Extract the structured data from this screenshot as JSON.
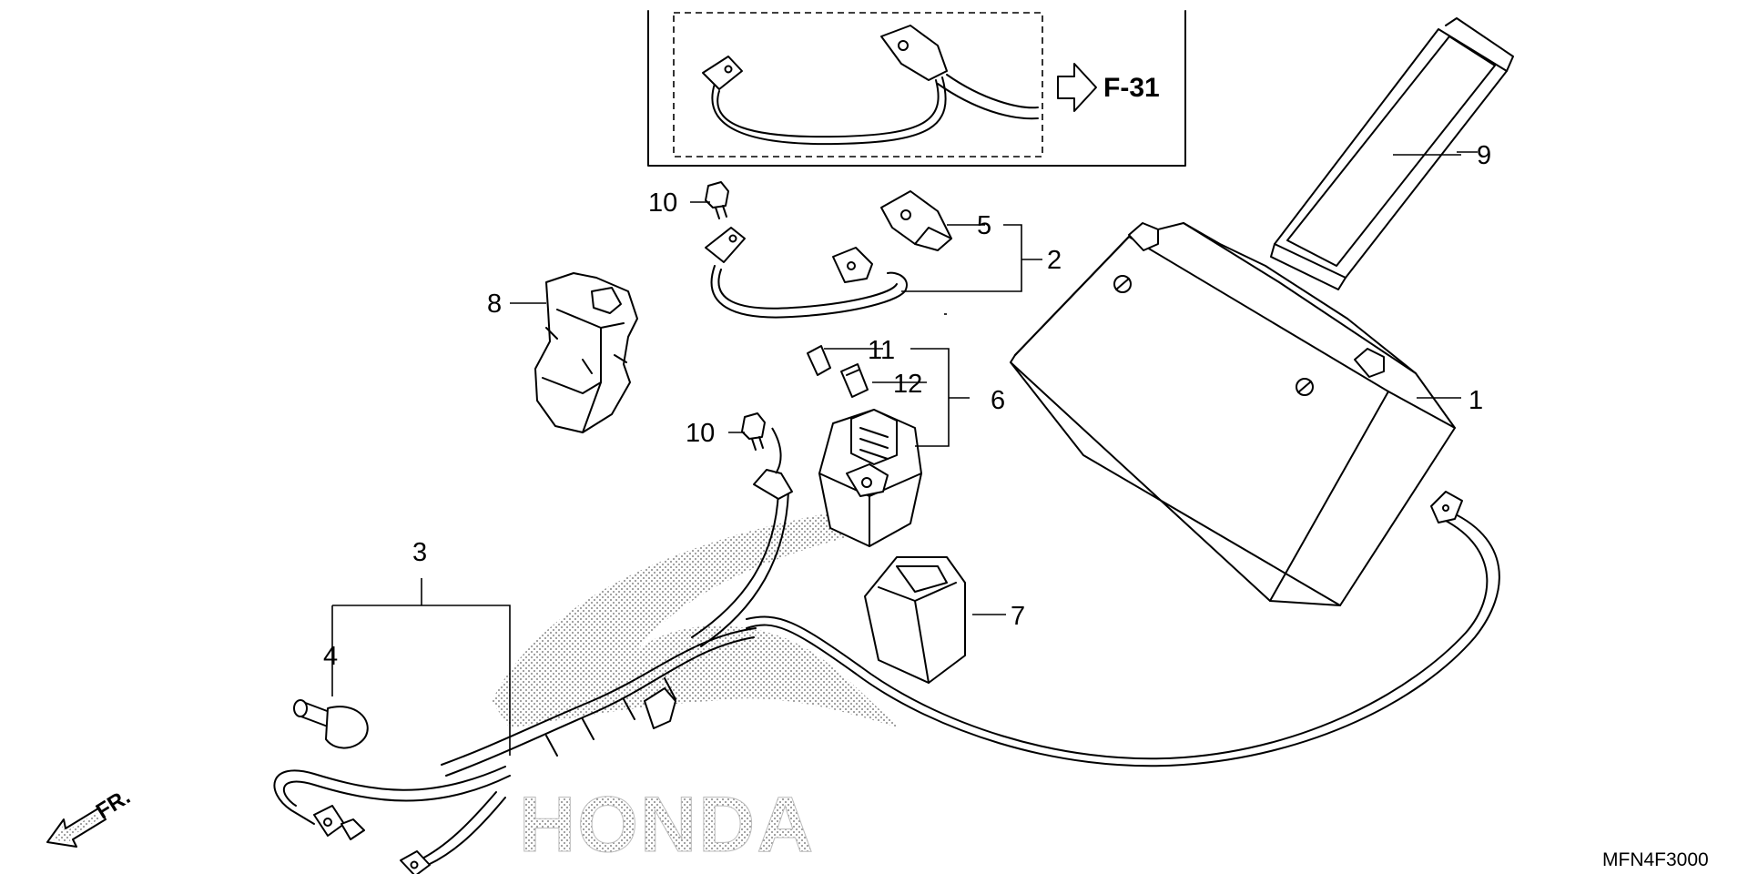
{
  "callouts": {
    "c1": "1",
    "c2": "2",
    "c3": "3",
    "c4": "4",
    "c5": "5",
    "c6": "6",
    "c7": "7",
    "c8": "8",
    "c9": "9",
    "c10a": "10",
    "c10b": "10",
    "c11": "11",
    "c12": "12"
  },
  "reference": {
    "label": "F-31"
  },
  "front_marker": {
    "label": "FR."
  },
  "watermark": {
    "text": "HONDA"
  },
  "diagram_code": "MFN4F3000",
  "colors": {
    "line": "#000000",
    "background": "#ffffff",
    "watermark_dots": "#9a9a9a"
  }
}
